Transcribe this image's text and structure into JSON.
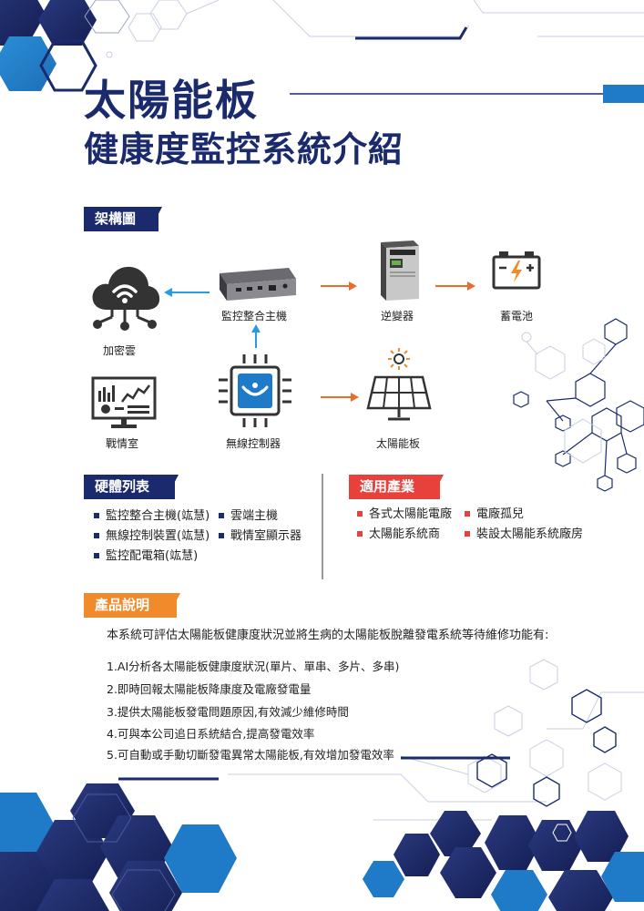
{
  "title": {
    "line1": "太陽能板",
    "line2": "健康度監控系統介紹"
  },
  "architecture": {
    "heading": "架構圖",
    "nodes": {
      "cloud": "加密雲",
      "war_room": "戰情室",
      "host": "監控整合主機",
      "controller": "無線控制器",
      "inverter": "逆變器",
      "battery": "蓄電池",
      "solar_panel": "太陽能板"
    }
  },
  "hardware": {
    "heading": "硬體列表",
    "items": [
      "監控整合主機(竑慧)",
      "雲端主機",
      "無線控制裝置(竑慧)",
      "戰情室顯示器",
      "監控配電箱(竑慧)"
    ]
  },
  "industries": {
    "heading": "適用產業",
    "items": [
      "各式太陽能電廠",
      "電廠孤兒",
      "太陽能系統商",
      "裝設太陽能系統廠房"
    ]
  },
  "product": {
    "heading": "產品說明",
    "intro": "本系統可評估太陽能板健康度狀況並將生病的太陽能板脫離發電系統等待維修功能有:",
    "points": [
      "1.AI分析各太陽能板健康度狀況(單片、單串、多片、多串)",
      "2.即時回報太陽能板降康度及電廠發電量",
      "3.提供太陽能板發電問題原因,有效減少維修時間",
      "4.可與本公司追日系統結合,提高發電效率",
      "5.可自動或手動切斷發電異常太陽能板,有效增加發電效率"
    ]
  },
  "colors": {
    "navy": "#1a2a6c",
    "blue": "#1f7ac8",
    "red": "#e8413c",
    "orange": "#f18a2a",
    "arrow_blue": "#2a9be0",
    "arrow_orange": "#ee6b2c"
  }
}
